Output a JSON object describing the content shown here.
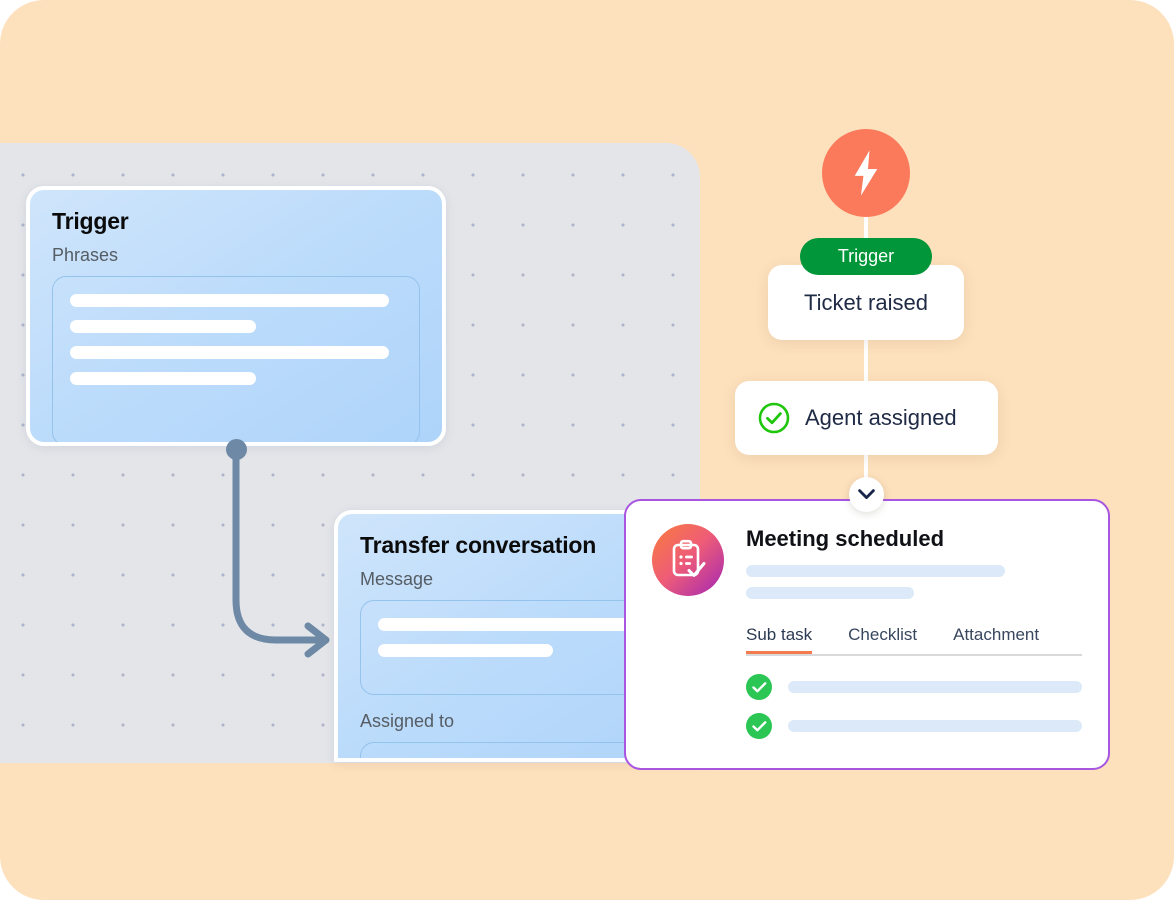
{
  "theme": {
    "page_background": "#FDE0BC",
    "canvas_background": "#E3E5E9",
    "card_blue_start": "#CFE5FB",
    "card_blue_end": "#AED4FA",
    "trigger_green": "#009639",
    "bolt_coral": "#FA7A5B",
    "meeting_border_purple": "#A855E0",
    "tab_accent_orange": "#F47B4E",
    "check_green": "#2BC653",
    "skeleton_blue": "#DCE9F9",
    "connector_slate": "#6E89A6"
  },
  "builder": {
    "trigger_card": {
      "title": "Trigger",
      "field_label": "Phrases",
      "phrase_placeholders": [
        "long",
        "short",
        "long",
        "short"
      ]
    },
    "transfer_card": {
      "title": "Transfer conversation",
      "message_label": "Message",
      "assigned_label": "Assigned to",
      "message_placeholders": [
        "long",
        "short"
      ]
    },
    "connector": {
      "start_dot_name": "connector-start-dot",
      "arrow_name": "connector-arrow"
    }
  },
  "flow": {
    "bolt_icon": "lightning-bolt-icon",
    "trigger_badge": "Trigger",
    "ticket_node": "Ticket raised",
    "agent_node": {
      "label": "Agent assigned",
      "icon": "check-circle-icon"
    },
    "expand_toggle_icon": "chevron-down-icon"
  },
  "meeting_card": {
    "icon": "clipboard-check-icon",
    "title": "Meeting scheduled",
    "detail_placeholders": [
      "long",
      "short"
    ],
    "tabs": [
      {
        "label": "Sub task",
        "active": true
      },
      {
        "label": "Checklist",
        "active": false
      },
      {
        "label": "Attachment",
        "active": false
      }
    ],
    "subtasks": [
      {
        "icon": "check-filled-icon",
        "bar": "full"
      },
      {
        "icon": "check-filled-icon",
        "bar": "full"
      }
    ]
  }
}
